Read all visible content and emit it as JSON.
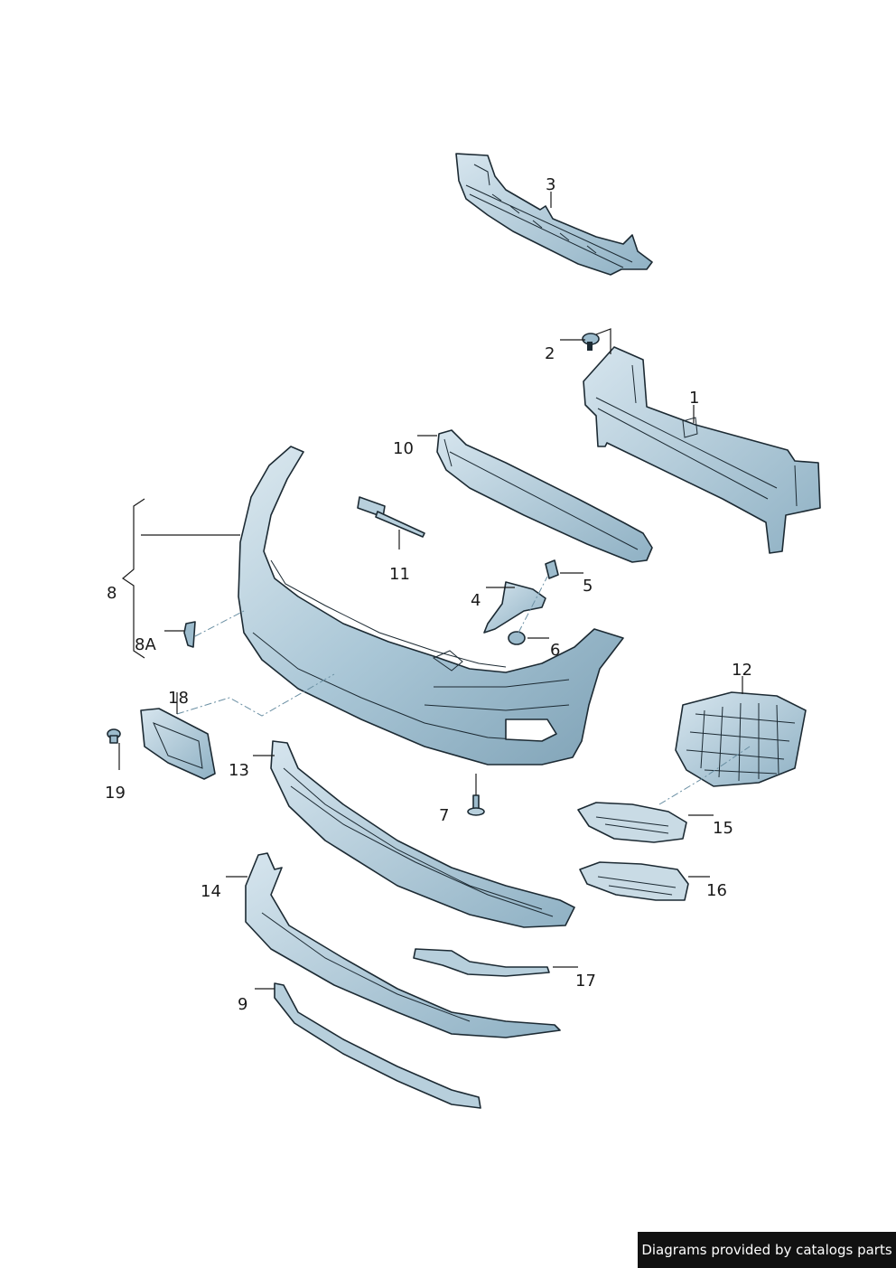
{
  "callouts": {
    "c1": "1",
    "c2": "2",
    "c3": "3",
    "c4": "4",
    "c5": "5",
    "c6": "6",
    "c7": "7",
    "c8": "8",
    "c8a": "8A",
    "c9": "9",
    "c10": "10",
    "c11": "11",
    "c12": "12",
    "c13": "13",
    "c14": "14",
    "c15": "15",
    "c16": "16",
    "c17": "17",
    "c18": "18",
    "c19": "19"
  },
  "credit": "Diagrams provided by catalogs parts",
  "colors": {
    "part_fill_light": "#c9dbe5",
    "part_fill_mid": "#9dbccd",
    "part_fill_dark": "#6f93a8",
    "outline": "#1c2a33",
    "credit_background": "#111111"
  }
}
